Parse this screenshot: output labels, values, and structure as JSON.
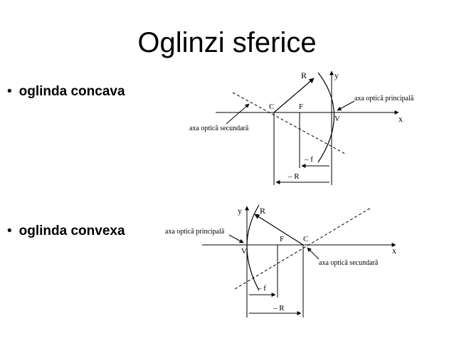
{
  "title": "Oglinzi sferice",
  "bullets": [
    {
      "label": "oglinda concava"
    },
    {
      "label": "oglinda convexa"
    }
  ],
  "diagram_concave": {
    "R": "R",
    "y": "y",
    "C": "C",
    "F": "F",
    "V": "V",
    "x": "x",
    "neg_f": "– f",
    "neg_R": "– R",
    "main_axis": "axa optică principală",
    "secondary_axis": "axa optică secundară"
  },
  "diagram_convex": {
    "y": "y",
    "R": "R",
    "V": "V",
    "F": "F",
    "C": "C",
    "x": "x",
    "neg_f": "– f",
    "neg_R": "– R",
    "main_axis": "axa optică principală",
    "secondary_axis": "axa optică secundară"
  }
}
